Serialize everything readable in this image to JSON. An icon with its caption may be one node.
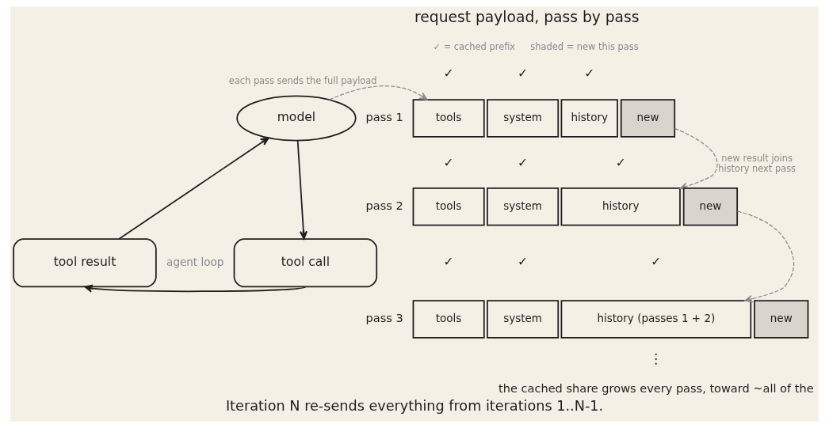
{
  "diagram": {
    "caption": "Iteration N re-sends everything from iterations 1..N-1.",
    "nodes": [
      {
        "text": [
          "model"
        ]
      },
      {
        "text": [
          "tool result"
        ]
      },
      {
        "text": [
          "tool call"
        ]
      },
      {
        "text": [
          "tools"
        ],
        "beside": [
          "✓"
        ]
      },
      {
        "text": [
          "system"
        ],
        "beside": [
          "✓"
        ]
      },
      {
        "text": [
          "history"
        ],
        "beside": [
          "✓"
        ]
      },
      {
        "text": [
          "new"
        ]
      },
      {
        "text": [
          "tools"
        ],
        "beside": [
          "✓"
        ]
      },
      {
        "text": [
          "system"
        ],
        "beside": [
          "✓"
        ]
      },
      {
        "text": [
          "history"
        ],
        "beside": [
          "✓"
        ]
      },
      {
        "text": [
          "new"
        ]
      },
      {
        "text": [
          "tools"
        ],
        "beside": [
          "✓"
        ]
      },
      {
        "text": [
          "system"
        ],
        "beside": [
          "✓"
        ]
      },
      {
        "text": [
          "history (passes 1 + 2)"
        ],
        "beside": [
          "✓"
        ]
      },
      {
        "text": [
          "new"
        ]
      }
    ],
    "edges": [
      {
        "from": 0,
        "to": 2,
        "arrow": "to"
      },
      {
        "from": 2,
        "to": 1,
        "arrow": "to"
      },
      {
        "from": 1,
        "to": 0,
        "arrow": "to"
      },
      {
        "from": 0,
        "to": 3,
        "arrow": "to",
        "style": "dashed",
        "color": "#8c8c8c",
        "label": "each pass sends the full payload"
      },
      {
        "from": 6,
        "to": 9,
        "arrow": "to",
        "style": "dashed",
        "color": "#8c8c8c",
        "label": "new result joins history next pass"
      },
      {
        "from": 10,
        "to": 13,
        "arrow": "to",
        "style": "dashed",
        "color": "#8c8c8c"
      }
    ],
    "labels": [
      "request payload, pass by pass",
      "✓ = cached prefix",
      "shaded = new this pass",
      "pass 1",
      "agent loop",
      "pass 2",
      "pass 3",
      "⋮",
      "the cached share grows every pass, toward ~all of the"
    ]
  }
}
